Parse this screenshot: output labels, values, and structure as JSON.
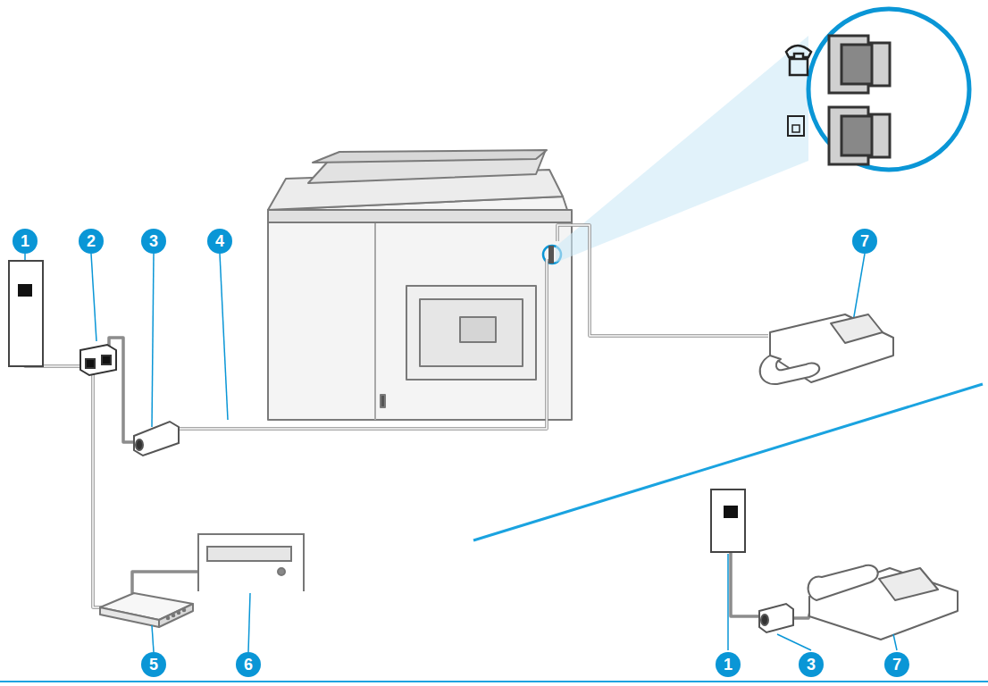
{
  "diagram": {
    "labels": [
      "1",
      "2",
      "3",
      "4",
      "7",
      "5",
      "6",
      "1",
      "3",
      "7"
    ]
  }
}
